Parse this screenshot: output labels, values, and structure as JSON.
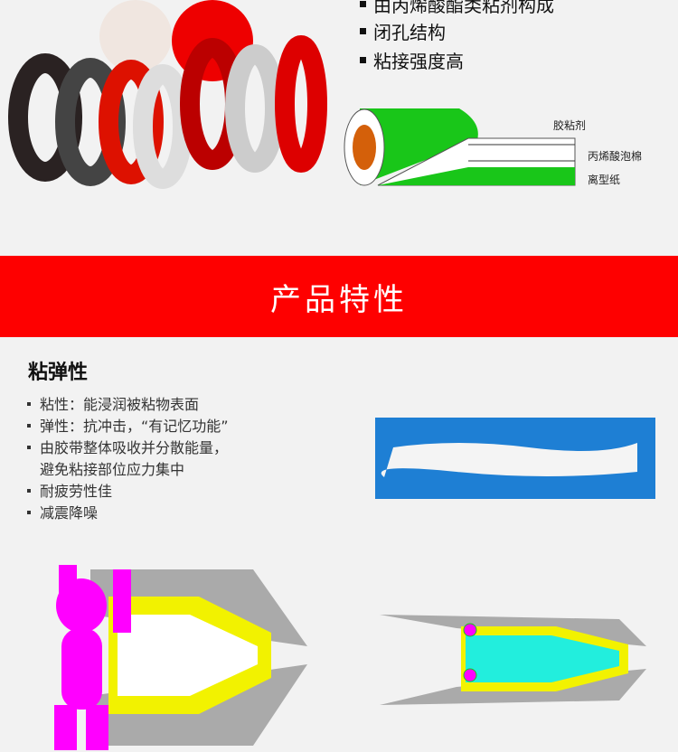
{
  "features": [
    "由丙烯酸酯类粘剂构成",
    "闭孔结构",
    "粘接强度高"
  ],
  "diagram_labels": {
    "adhesive": "胶粘剂",
    "foam": "丙烯酸泡棉",
    "liner": "离型纸"
  },
  "banner": "产品特性",
  "section": {
    "title": "粘弹性",
    "items": [
      {
        "text": "粘性：能浸润被粘物表面",
        "bullet": true
      },
      {
        "text": "弹性：抗冲击，“有记忆功能”",
        "bullet": true
      },
      {
        "text": "由胶带整体吸收并分散能量，",
        "bullet": true
      },
      {
        "text": "避免粘接部位应力集中",
        "bullet": false
      },
      {
        "text": "耐疲劳性佳",
        "bullet": true
      },
      {
        "text": "减震降噪",
        "bullet": true
      }
    ]
  },
  "colors": {
    "red": "#fe0000",
    "green": "#19c619",
    "blue": "#1e7fd4",
    "yellow": "#f2f200",
    "magenta": "#ff00ff"
  }
}
